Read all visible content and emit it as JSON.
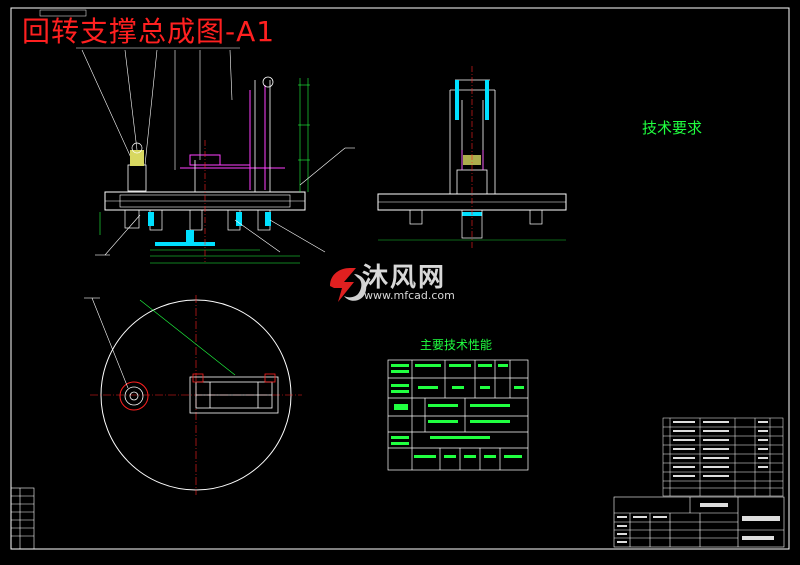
{
  "drawing": {
    "title": "回转支撑总成图-A1"
  },
  "requirements": {
    "title": "技术要求"
  },
  "spec_table": {
    "title": "主要技术性能"
  },
  "watermark": {
    "name": "沐风网",
    "url": "www.mfcad.com"
  },
  "colors": {
    "background": "#000000",
    "line_white": "#ffffff",
    "title_red": "#ff2020",
    "text_green": "#20ff40",
    "center_red": "#ff2020",
    "dim_green": "#20ff40",
    "hydraulic_cyan": "#00e0ff",
    "bracket_magenta": "#ff40ff",
    "leader_white": "#ffffff"
  },
  "icons": {
    "logo": "mfcad-logo"
  }
}
